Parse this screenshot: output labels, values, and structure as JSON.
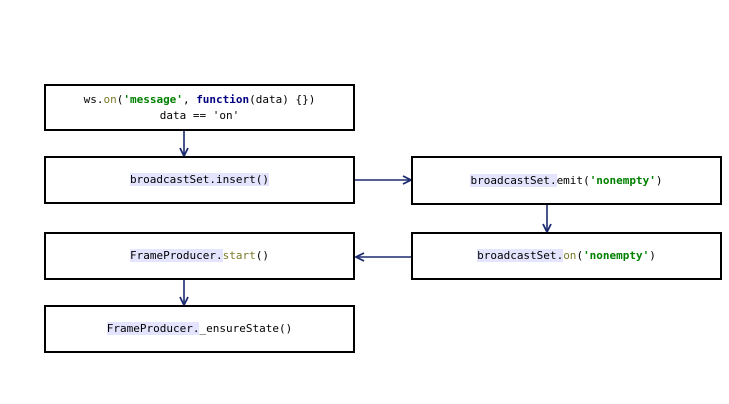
{
  "diagram": {
    "colors": {
      "arrow": "#1c2a6e",
      "highlight": "#e4e4ff",
      "keyword": "#000080",
      "string": "#008000",
      "method": "#7a7a2a"
    },
    "box1": {
      "line1": {
        "obj": "ws.",
        "method": "on",
        "open": "(",
        "arg": "'message'",
        "comma": ", ",
        "kw": "function",
        "rest": "(data) {})"
      },
      "line2": "data == 'on'"
    },
    "box2": {
      "obj": "broadcastSet",
      "dot": ".",
      "method": "insert",
      "rest": "()"
    },
    "box3": {
      "obj": "broadcastSet",
      "dot": ".",
      "method": "emit",
      "open": "(",
      "arg": "'nonempty'",
      "close": ")"
    },
    "box4": {
      "obj": "broadcastSet",
      "dot": ".",
      "method": "on",
      "open": "(",
      "arg": "'nonempty'",
      "close": ")"
    },
    "box5": {
      "obj": "FrameProducer",
      "dot": ".",
      "method": "start",
      "rest": "()"
    },
    "box6": {
      "obj": "FrameProducer",
      "dot": ".",
      "method": "_ensureState",
      "rest": "()"
    }
  }
}
